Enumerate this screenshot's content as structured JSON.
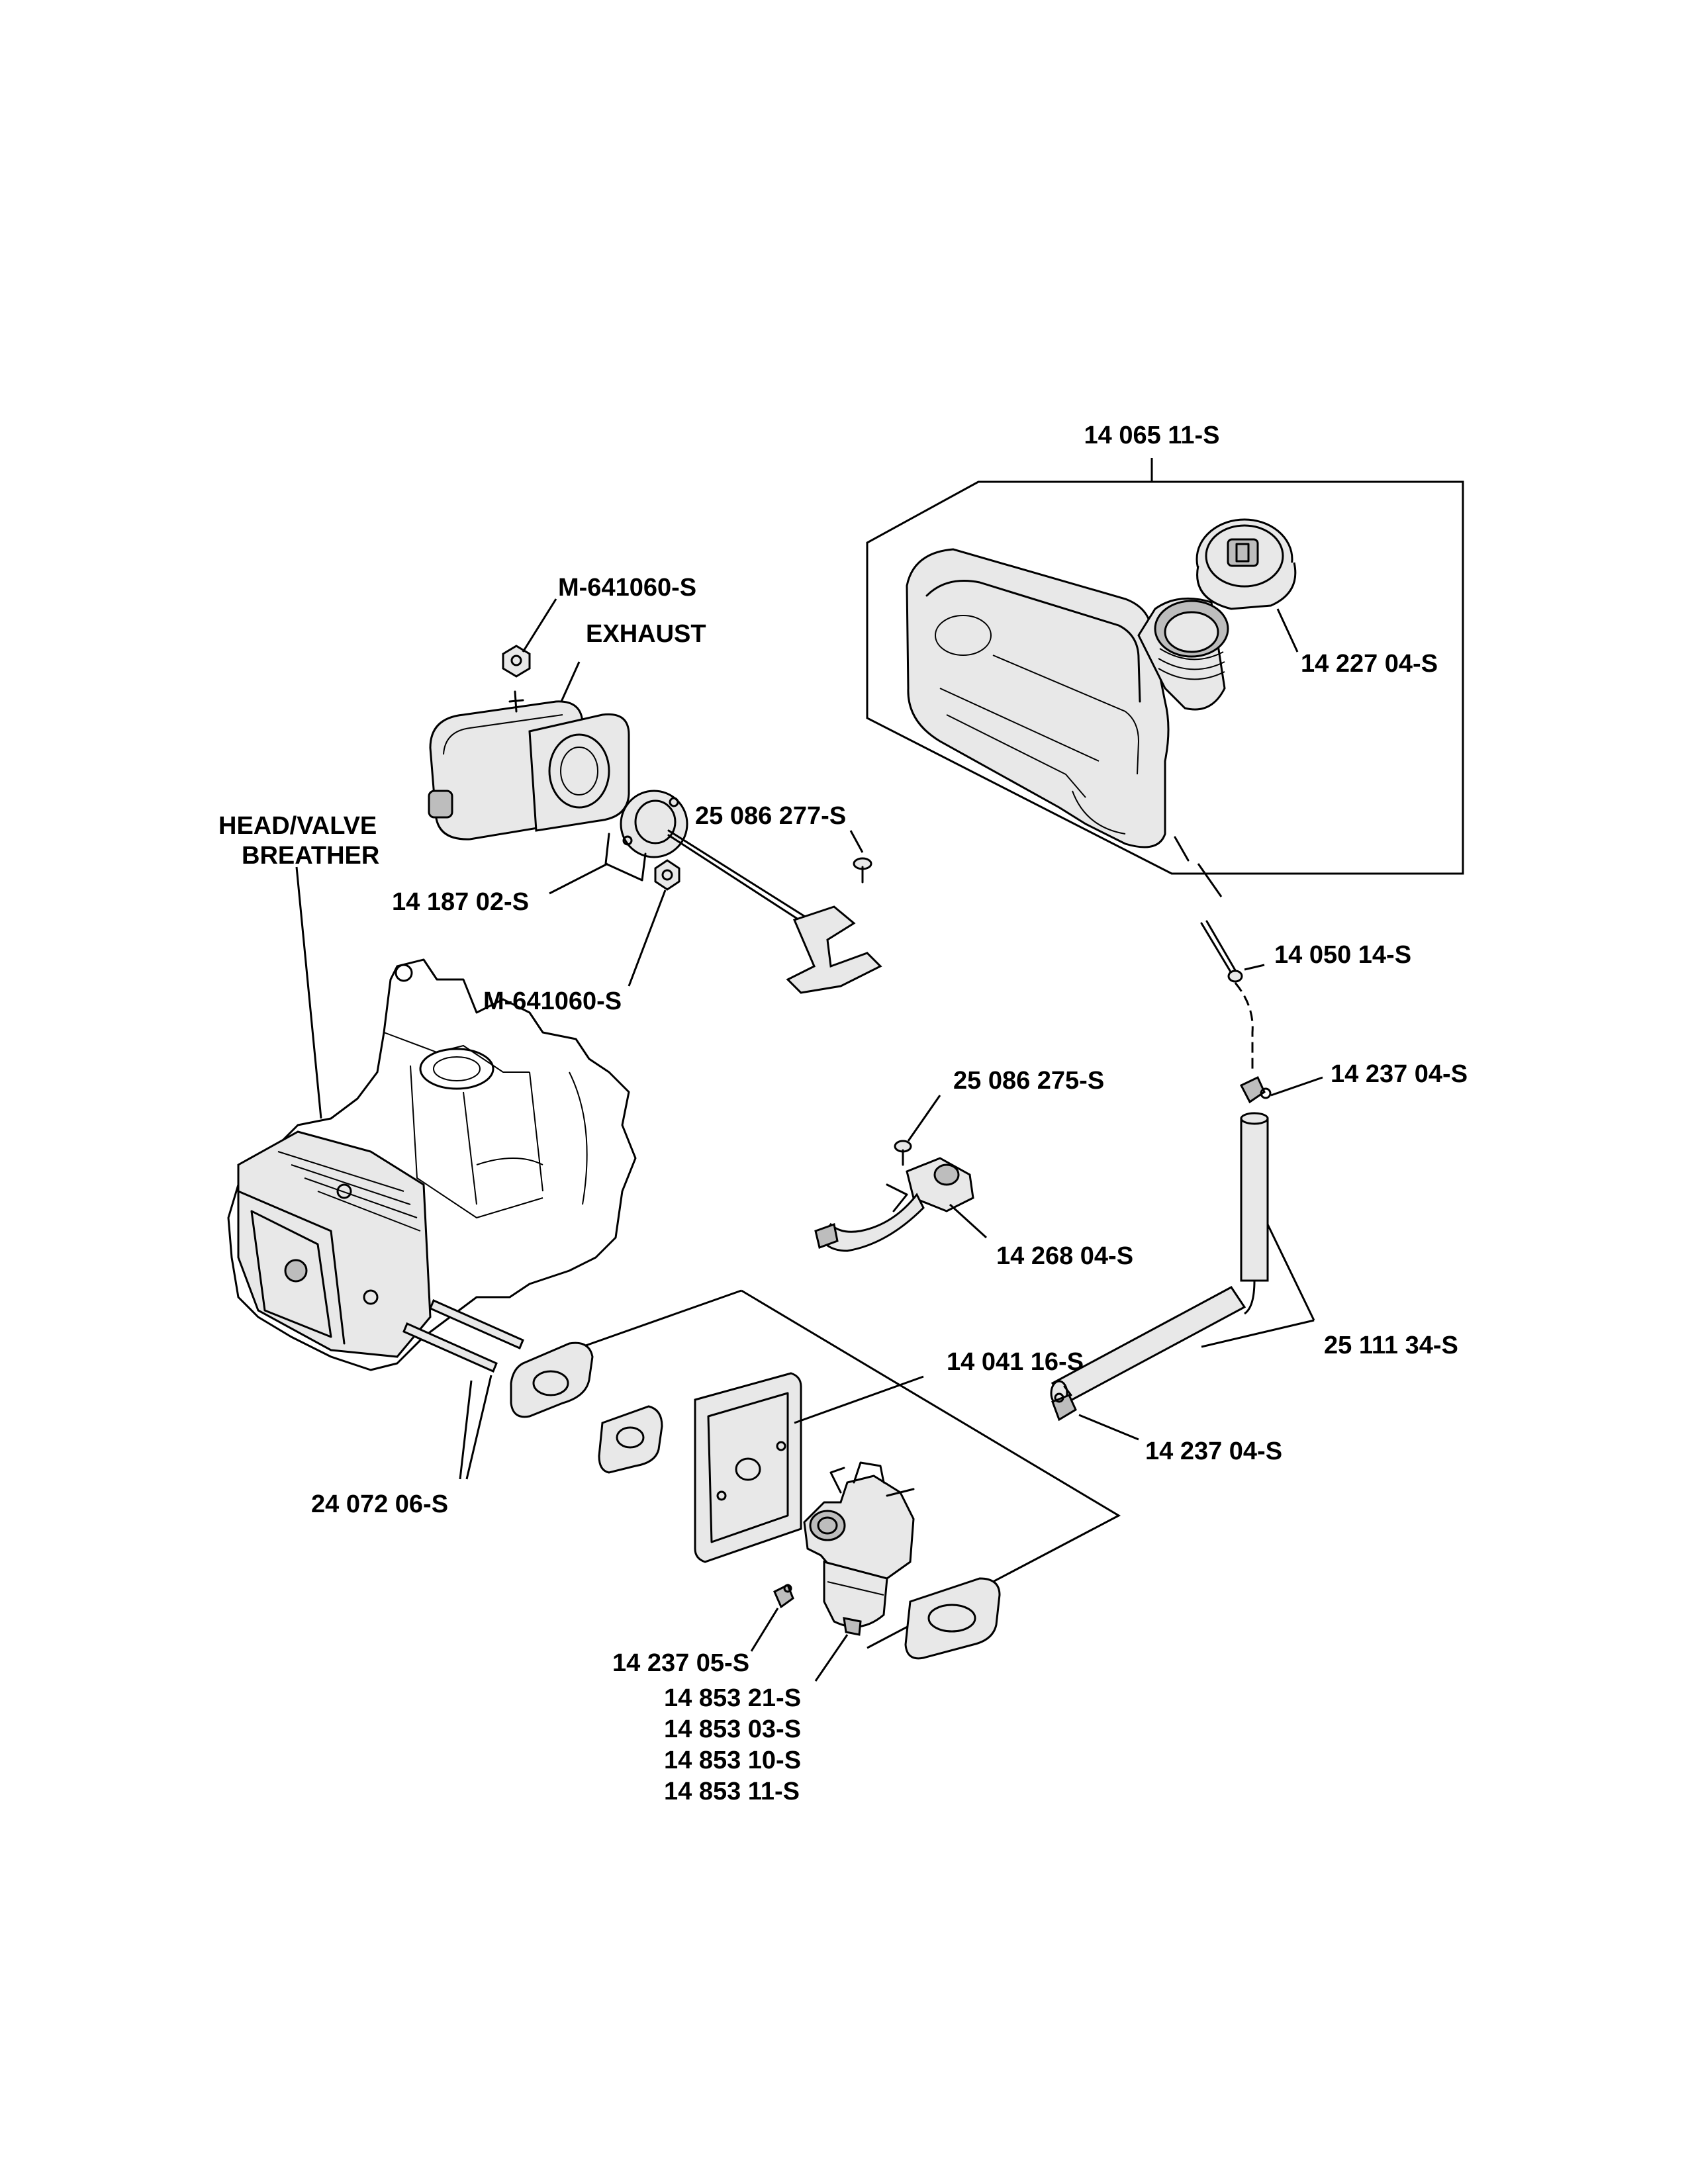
{
  "labels": {
    "fuel_tank_assembly": "14 065 11-S",
    "fuel_cap": "14 227 04-S",
    "nut_exhaust_top": "M-641060-S",
    "exhaust": "EXHAUST",
    "head_valve": "HEAD/VALVE",
    "breather": "BREATHER",
    "screw_277": "25 086 277-S",
    "muffler_bracket": "14 187 02-S",
    "nut_exhaust_bottom": "M-641060-S",
    "fuel_filter": "14 050 14-S",
    "clamp_upper": "14 237 04-S",
    "screw_275": "25 086 275-S",
    "breather_tube": "14 268 04-S",
    "fuel_line": "25 111 34-S",
    "insulator_plate": "14 041 16-S",
    "clamp_lower": "14 237 04-S",
    "studs": "24 072 06-S",
    "clamp_carb": "14 237 05-S",
    "carburetor_options": [
      "14 853 21-S",
      "14 853 03-S",
      "14 853 10-S",
      "14 853 11-S"
    ]
  }
}
